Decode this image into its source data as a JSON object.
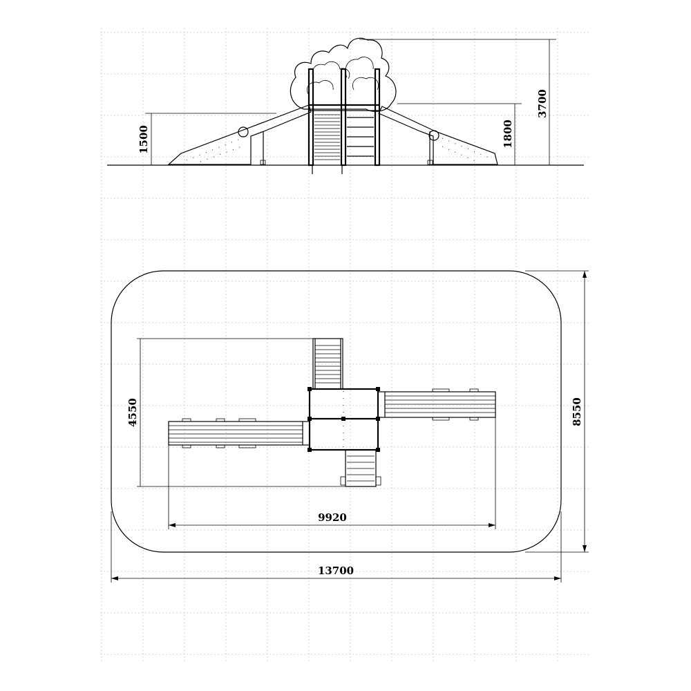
{
  "side_view": {
    "dims": {
      "slide_height": "1500",
      "platform_height": "1800",
      "total_height": "3700"
    }
  },
  "plan_view": {
    "dims": {
      "depth": "4550",
      "length": "9920",
      "zone_length": "13700",
      "zone_width": "8550"
    }
  }
}
